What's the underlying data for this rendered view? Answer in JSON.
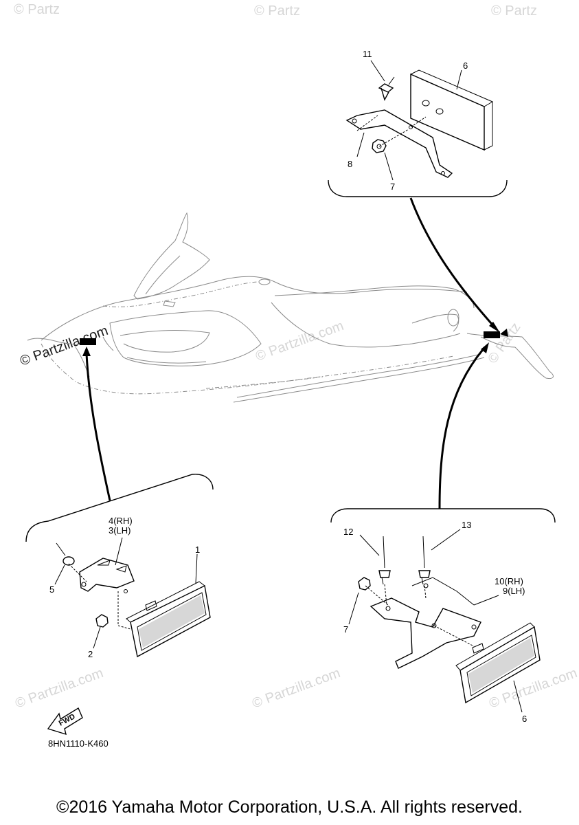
{
  "callouts": {
    "c11": "11",
    "c6_top": "6",
    "c8": "8",
    "c7_top": "7",
    "c4_3": [
      "4(RH)",
      "3(LH)"
    ],
    "c1": "1",
    "c5": "5",
    "c2": "2",
    "c12": "12",
    "c13": "13",
    "c10_9": [
      "10(RH)",
      "9(LH)"
    ],
    "c7_bottom": "7",
    "c6_bottom": "6"
  },
  "fwd_label": "FWD",
  "diagram_code": "8HN1110-K460",
  "watermarks": {
    "main": "© Partzilla.com",
    "partial": "© Partz"
  },
  "copyright": "©2016 Yamaha Motor Corporation, U.S.A. All rights reserved.",
  "colors": {
    "ink": "#000000",
    "watermark": "#d6d6d6",
    "background": "#ffffff"
  }
}
